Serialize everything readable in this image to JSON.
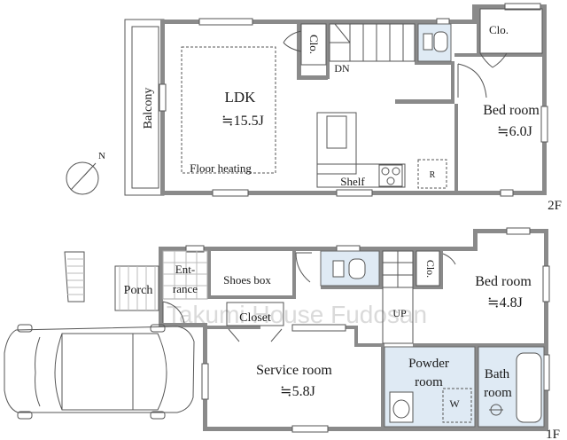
{
  "watermark": "Takumi   House  Fudosan",
  "second_floor": {
    "floor_label": "2F",
    "balcony": "Balcony",
    "ldk_name": "LDK",
    "ldk_area": "≒15.5J",
    "floor_heating": "Floor heating",
    "closet_ldk": "Clo.",
    "stairs_label": "DN",
    "closet_bed": "Clo.",
    "bed_name": "Bed room",
    "bed_area": "≒6.0J",
    "shelf": "Shelf",
    "fridge": "R"
  },
  "first_floor": {
    "floor_label": "1F",
    "porch": "Porch",
    "entrance_1": "Ent-",
    "entrance_2": "rance",
    "shoes_box": "Shoes box",
    "closet": "Closet",
    "closet_bed": "Clo.",
    "bed_name": "Bed room",
    "bed_area": "≒4.8J",
    "stairs_label": "UP",
    "service_name": "Service room",
    "service_area": "≒5.8J",
    "powder_1": "Powder",
    "powder_2": "room",
    "washer": "W",
    "bath_1": "Bath",
    "bath_2": "room"
  },
  "compass": "N"
}
